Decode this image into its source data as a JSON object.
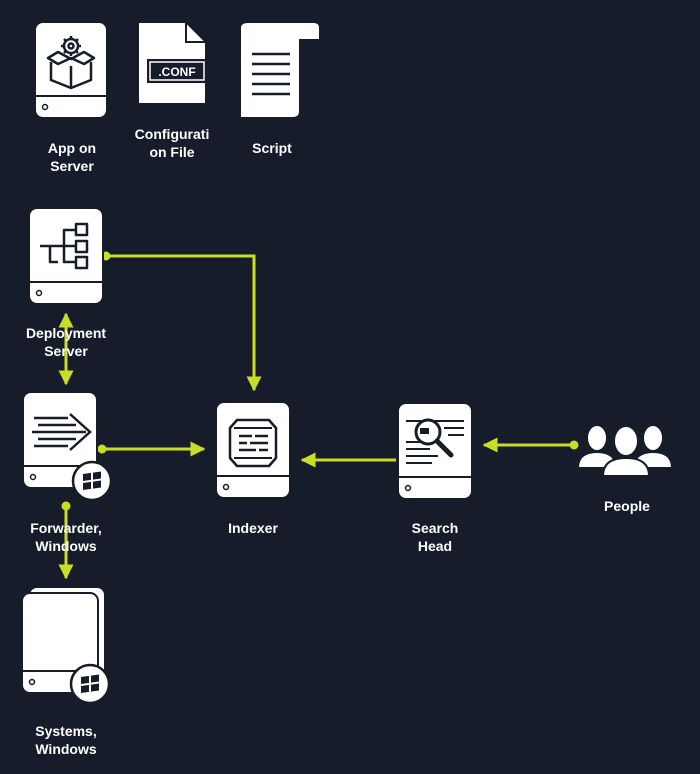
{
  "colors": {
    "background": "#161c2a",
    "connector": "#c9dd24",
    "node_fill": "#ffffff",
    "node_stroke": "#161c2a",
    "label": "#ffffff"
  },
  "nodes": {
    "app_on_server": {
      "label": "App on\nServer",
      "icon": "package-gear-icon"
    },
    "configuration_file": {
      "label": "Configurati\non File",
      "icon": "conf-file-icon",
      "file_ext": ".CONF"
    },
    "script": {
      "label": "Script",
      "icon": "script-scroll-icon"
    },
    "deployment_server": {
      "label": "Deployment\nServer",
      "icon": "deployment-tree-icon"
    },
    "forwarder": {
      "label": "Forwarder,\nWindows",
      "icon": "forwarder-arrow-icon",
      "os_badge": "windows-logo-icon"
    },
    "indexer": {
      "label": "Indexer",
      "icon": "indexer-database-icon"
    },
    "search_head": {
      "label": "Search\nHead",
      "icon": "magnifier-document-icon"
    },
    "people": {
      "label": "People",
      "icon": "people-group-icon"
    },
    "systems": {
      "label": "Systems,\nWindows",
      "icon": "stacked-servers-icon",
      "os_badge": "windows-logo-icon"
    }
  },
  "connections": [
    {
      "from": "deployment_server",
      "to": "indexer",
      "style": "dot-to-arrow"
    },
    {
      "from": "deployment_server",
      "to": "forwarder",
      "style": "bidirectional"
    },
    {
      "from": "forwarder",
      "to": "indexer",
      "style": "dot-to-arrow"
    },
    {
      "from": "search_head",
      "to": "indexer",
      "style": "arrow"
    },
    {
      "from": "people",
      "to": "search_head",
      "style": "dot-to-arrow"
    },
    {
      "from": "forwarder",
      "to": "systems",
      "style": "dot-to-arrow"
    }
  ]
}
